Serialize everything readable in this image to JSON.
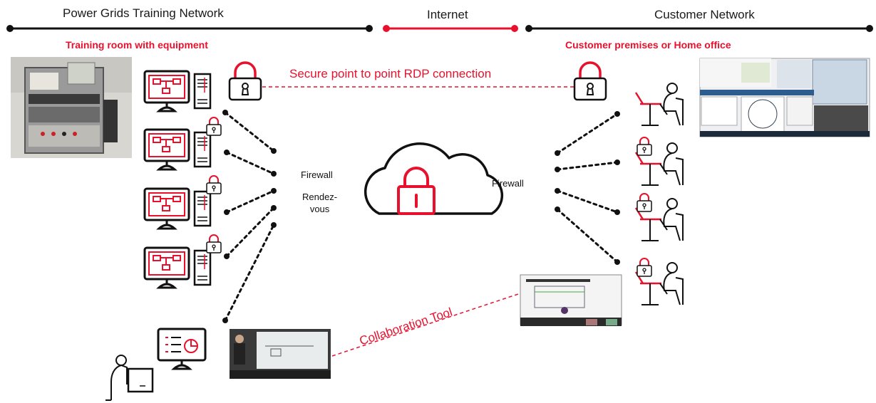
{
  "zones": {
    "left": "Power Grids Training Network",
    "middle": "Internet",
    "right": "Customer Network"
  },
  "left_site": {
    "title": "Training room with equipment"
  },
  "right_site": {
    "title": "Customer premises or Home office"
  },
  "connections": {
    "rdp": "Secure point to point RDP connection",
    "collab": "Collaboration Tool"
  },
  "center": {
    "firewall_left": "Firewall",
    "rendezvous": "Rendez-\nvous",
    "firewall_right": "Firewall"
  },
  "colors": {
    "accent": "#e8112d",
    "line": "#111111"
  },
  "icons": {
    "workstation": "monitor-with-tower-icon",
    "padlock": "padlock-icon",
    "cloud": "cloud-lock-icon",
    "user_desk": "person-at-laptop-icon",
    "trainer": "trainer-icon"
  }
}
